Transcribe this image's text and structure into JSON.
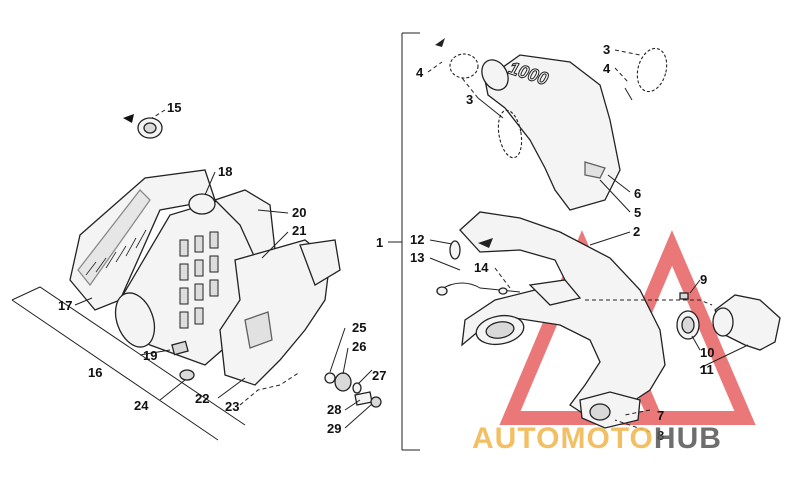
{
  "diagram": {
    "labels": [
      {
        "id": "1",
        "text": "1"
      },
      {
        "id": "2",
        "text": "2"
      },
      {
        "id": "3a",
        "text": "3"
      },
      {
        "id": "3b",
        "text": "3"
      },
      {
        "id": "4a",
        "text": "4"
      },
      {
        "id": "4b",
        "text": "4"
      },
      {
        "id": "5",
        "text": "5"
      },
      {
        "id": "6",
        "text": "6"
      },
      {
        "id": "7",
        "text": "7"
      },
      {
        "id": "8",
        "text": "8"
      },
      {
        "id": "9",
        "text": "9"
      },
      {
        "id": "10",
        "text": "10"
      },
      {
        "id": "11",
        "text": "11"
      },
      {
        "id": "12",
        "text": "12"
      },
      {
        "id": "13",
        "text": "13"
      },
      {
        "id": "14",
        "text": "14"
      },
      {
        "id": "15",
        "text": "15"
      },
      {
        "id": "16",
        "text": "16"
      },
      {
        "id": "17",
        "text": "17"
      },
      {
        "id": "18",
        "text": "18"
      },
      {
        "id": "19",
        "text": "19"
      },
      {
        "id": "20",
        "text": "20"
      },
      {
        "id": "21",
        "text": "21"
      },
      {
        "id": "22",
        "text": "22"
      },
      {
        "id": "23",
        "text": "23"
      },
      {
        "id": "24",
        "text": "24"
      },
      {
        "id": "25",
        "text": "25"
      },
      {
        "id": "26",
        "text": "26"
      },
      {
        "id": "27",
        "text": "27"
      },
      {
        "id": "28",
        "text": "28"
      },
      {
        "id": "29",
        "text": "29"
      }
    ],
    "muffler_marking": "1000"
  },
  "watermark": {
    "part1": "AUTO",
    "part2": "MOTO",
    "part3": "HUB",
    "colors": {
      "auto": "#f0b54a",
      "moto": "#f0b54a",
      "hub": "#555555",
      "triangle": "#e54b4b"
    }
  }
}
